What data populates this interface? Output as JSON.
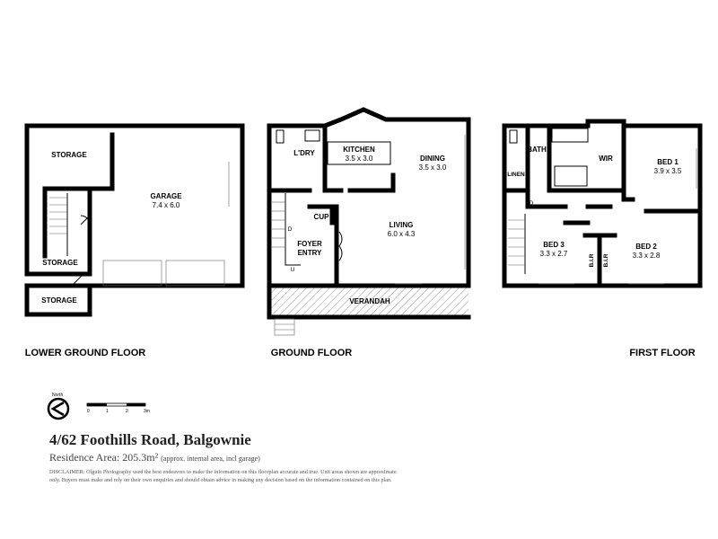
{
  "floors": {
    "lower": {
      "label": "LOWER GROUND FLOOR",
      "rooms": {
        "storage_top": "STORAGE",
        "garage": "GARAGE",
        "garage_dim": "7.4 x 6.0",
        "storage_mid": "STORAGE",
        "storage_bottom": "STORAGE"
      }
    },
    "ground": {
      "label": "GROUND FLOOR",
      "rooms": {
        "laundry": "L'DRY",
        "kitchen": "KITCHEN",
        "kitchen_dim": "3.5 x 3.0",
        "dining": "DINING",
        "dining_dim": "3.5 x 3.0",
        "cup": "CUP",
        "living": "LIVING",
        "living_dim": "6.0 x 4.3",
        "foyer_1": "FOYER",
        "foyer_2": "ENTRY",
        "verandah": "VERANDAH",
        "stair_d": "D",
        "stair_u": "U"
      }
    },
    "first": {
      "label": "FIRST FLOOR",
      "rooms": {
        "bath": "BATH",
        "linen": "LINEN",
        "wir": "WIR",
        "bed1": "BED 1",
        "bed1_dim": "3.9 x 3.5",
        "stair_d": "D",
        "bed3": "BED 3",
        "bed3_dim": "3.3 x 2.7",
        "bir_a": "B.I.R",
        "bir_b": "B.I.R",
        "bed2": "BED 2",
        "bed2_dim": "3.3 x 2.8"
      }
    }
  },
  "compass": {
    "label": "North"
  },
  "scale": {
    "ticks": [
      "0",
      "1",
      "2",
      "3m"
    ]
  },
  "listing": {
    "address": "4/62 Foothills Road, Balgownie",
    "area_label": "Residence Area: 205.3m²",
    "area_note": "(approx. internal area, incl garage)",
    "disclaimer": "DISCLAIMER: Olguin Photography used the best endeavors to make the information on this floorplan accurate and true. Unit areas shown are approximate only. Buyers must make and rely on their own enquiries and should obtain advice in making any decision based on the information contained on this plan."
  }
}
